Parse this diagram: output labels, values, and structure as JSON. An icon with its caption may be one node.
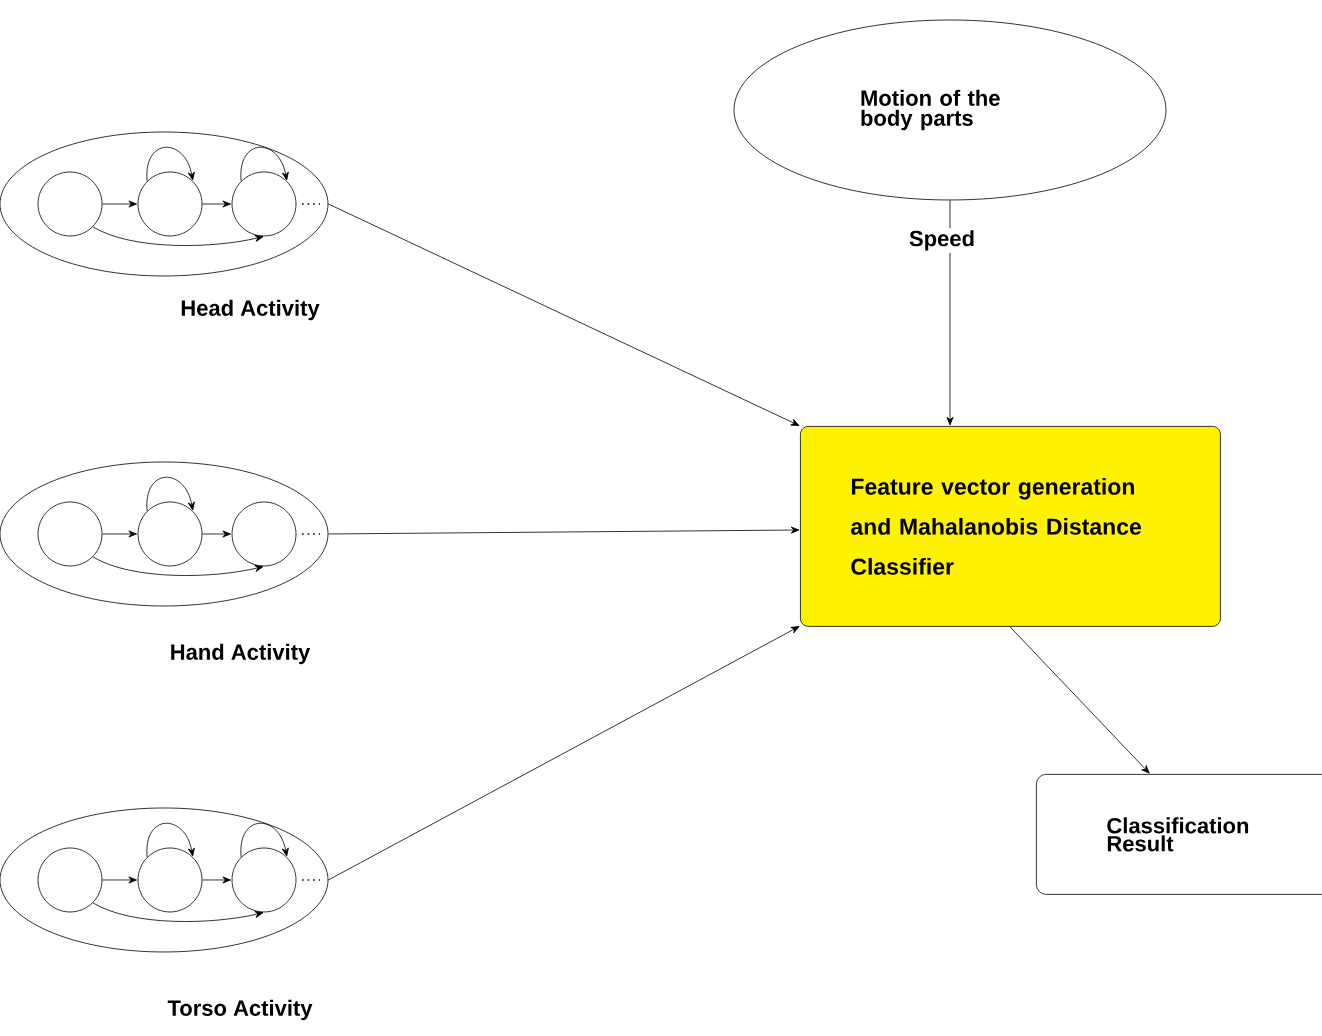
{
  "diagram": {
    "nodes": [
      {
        "text": [
          "Head Activity"
        ]
      },
      {
        "text": [],
        "shape": "circle",
        "in": 0
      },
      {
        "text": [],
        "shape": "circle",
        "in": 0
      },
      {
        "text": [],
        "shape": "circle",
        "in": 0
      },
      {
        "text": [
          "Hand Activity"
        ]
      },
      {
        "text": [],
        "shape": "circle",
        "in": 4
      },
      {
        "text": [],
        "shape": "circle",
        "in": 4
      },
      {
        "text": [],
        "shape": "circle",
        "in": 4
      },
      {
        "text": [
          "Torso Activity"
        ]
      },
      {
        "text": [],
        "shape": "circle",
        "in": 8
      },
      {
        "text": [],
        "shape": "circle",
        "in": 8
      },
      {
        "text": [],
        "shape": "circle",
        "in": 8
      },
      {
        "text": [
          "Motion of the body parts"
        ]
      },
      {
        "text": [
          "Feature vector generation and Mahalanobis Distance Classifier"
        ]
      },
      {
        "text": [
          "Classification Result"
        ]
      }
    ],
    "edges": [
      {
        "from": 1,
        "to": 2,
        "arrow": "to"
      },
      {
        "from": 2,
        "to": 2,
        "arrow": "to"
      },
      {
        "from": 2,
        "to": 3,
        "arrow": "to"
      },
      {
        "from": 3,
        "to": 3,
        "arrow": "to"
      },
      {
        "from": 1,
        "to": 3,
        "arrow": "to"
      },
      {
        "from": 5,
        "to": 6,
        "arrow": "to"
      },
      {
        "from": 6,
        "to": 6,
        "arrow": "to"
      },
      {
        "from": 6,
        "to": 7,
        "arrow": "to"
      },
      {
        "from": 5,
        "to": 7,
        "arrow": "to"
      },
      {
        "from": 9,
        "to": 10,
        "arrow": "to"
      },
      {
        "from": 10,
        "to": 10,
        "arrow": "to"
      },
      {
        "from": 10,
        "to": 11,
        "arrow": "to"
      },
      {
        "from": 11,
        "to": 11,
        "arrow": "to"
      },
      {
        "from": 9,
        "to": 11,
        "arrow": "to"
      },
      {
        "from": 0,
        "to": 13,
        "arrow": "to"
      },
      {
        "from": 4,
        "to": 13,
        "arrow": "to"
      },
      {
        "from": 8,
        "to": 13,
        "arrow": "to"
      },
      {
        "from": 12,
        "to": 13,
        "arrow": "to",
        "label": "Speed"
      },
      {
        "from": 13,
        "to": 14,
        "arrow": "to"
      }
    ]
  }
}
